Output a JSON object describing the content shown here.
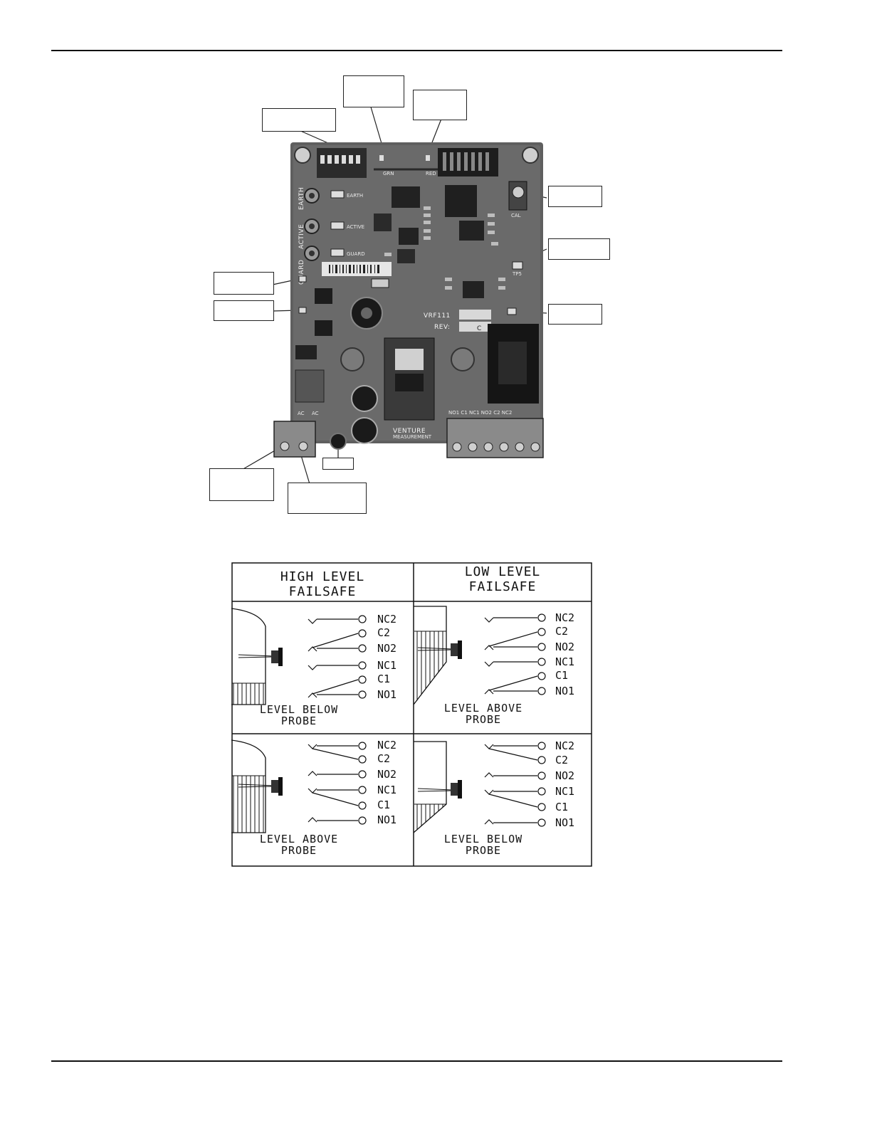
{
  "board": {
    "silkscreen": {
      "earth": "EARTH",
      "active": "ACTIVE",
      "guard": "GUARD",
      "earth_tp": "EARTH",
      "active_tp": "ACTIVE",
      "guard_tp": "GUARD",
      "grn": "GRN",
      "red": "RED",
      "model": "VRF111",
      "rev": "REV:",
      "rev_value": "C",
      "brand": "VENTURE",
      "brand_sub": "MEASUREMENT",
      "terminals": "NO1 C1 NC1 NO2 C2 NC2",
      "cal": "CAL",
      "tp5": "TP5",
      "ac1": "AC",
      "ac2": "AC"
    }
  },
  "diagram": {
    "high_level": "HIGH LEVEL",
    "high_failsafe": "FAILSAFE",
    "low_level": "LOW LEVEL",
    "low_failsafe": "FAILSAFE",
    "cells": [
      {
        "caption1": "LEVEL BELOW",
        "caption2": "PROBE"
      },
      {
        "caption1": "LEVEL ABOVE",
        "caption2": "PROBE"
      },
      {
        "caption1": "LEVEL ABOVE",
        "caption2": "PROBE"
      },
      {
        "caption1": "LEVEL BELOW",
        "caption2": "PROBE"
      }
    ],
    "contacts": [
      "NC2",
      "C2",
      "NO2",
      "NC1",
      "C1",
      "NO1"
    ]
  }
}
